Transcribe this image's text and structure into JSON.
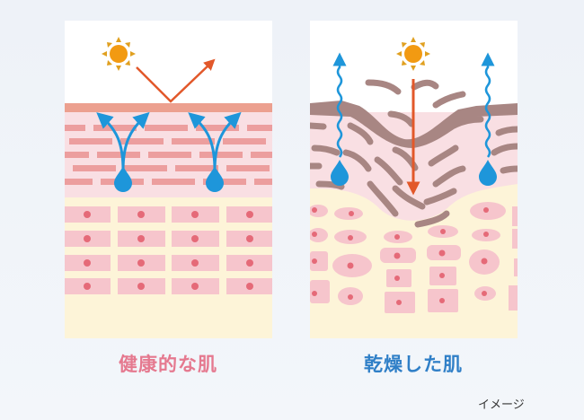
{
  "labels": {
    "healthy_skin": "健康的な肌",
    "dry_skin": "乾燥した肌"
  },
  "note": "イメージ",
  "colors": {
    "healthy_label": "#e5798f",
    "dry_label": "#2f7fc7",
    "water": "#1e96da",
    "sun": "#f29a12",
    "uv_arrow": "#e2582a",
    "epidermis": "#f9dfe3",
    "brick": "#ec9e9e",
    "dermis": "#fdf4d8",
    "cell": "#f6c5cc",
    "nucleus": "#e56a78",
    "crust": "#a88683"
  }
}
